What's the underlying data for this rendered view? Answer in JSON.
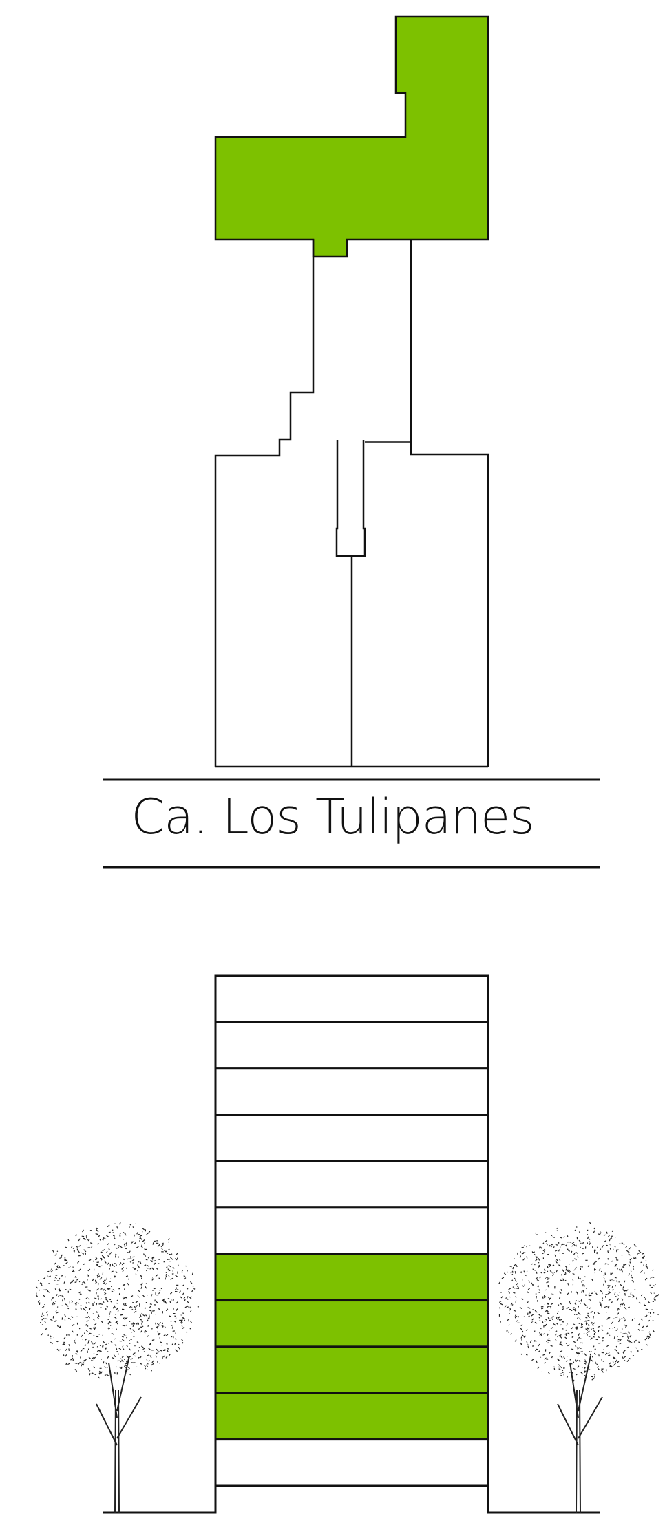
{
  "street": {
    "name": "Ca. Los Tulipanes"
  },
  "colors": {
    "highlight": "#7DC100",
    "line": "#111111",
    "background": "#FFFFFF",
    "tree": "#222222"
  },
  "elevation": {
    "floors": 11,
    "highlighted_floors_from_top": [
      7,
      8,
      9,
      10
    ]
  }
}
